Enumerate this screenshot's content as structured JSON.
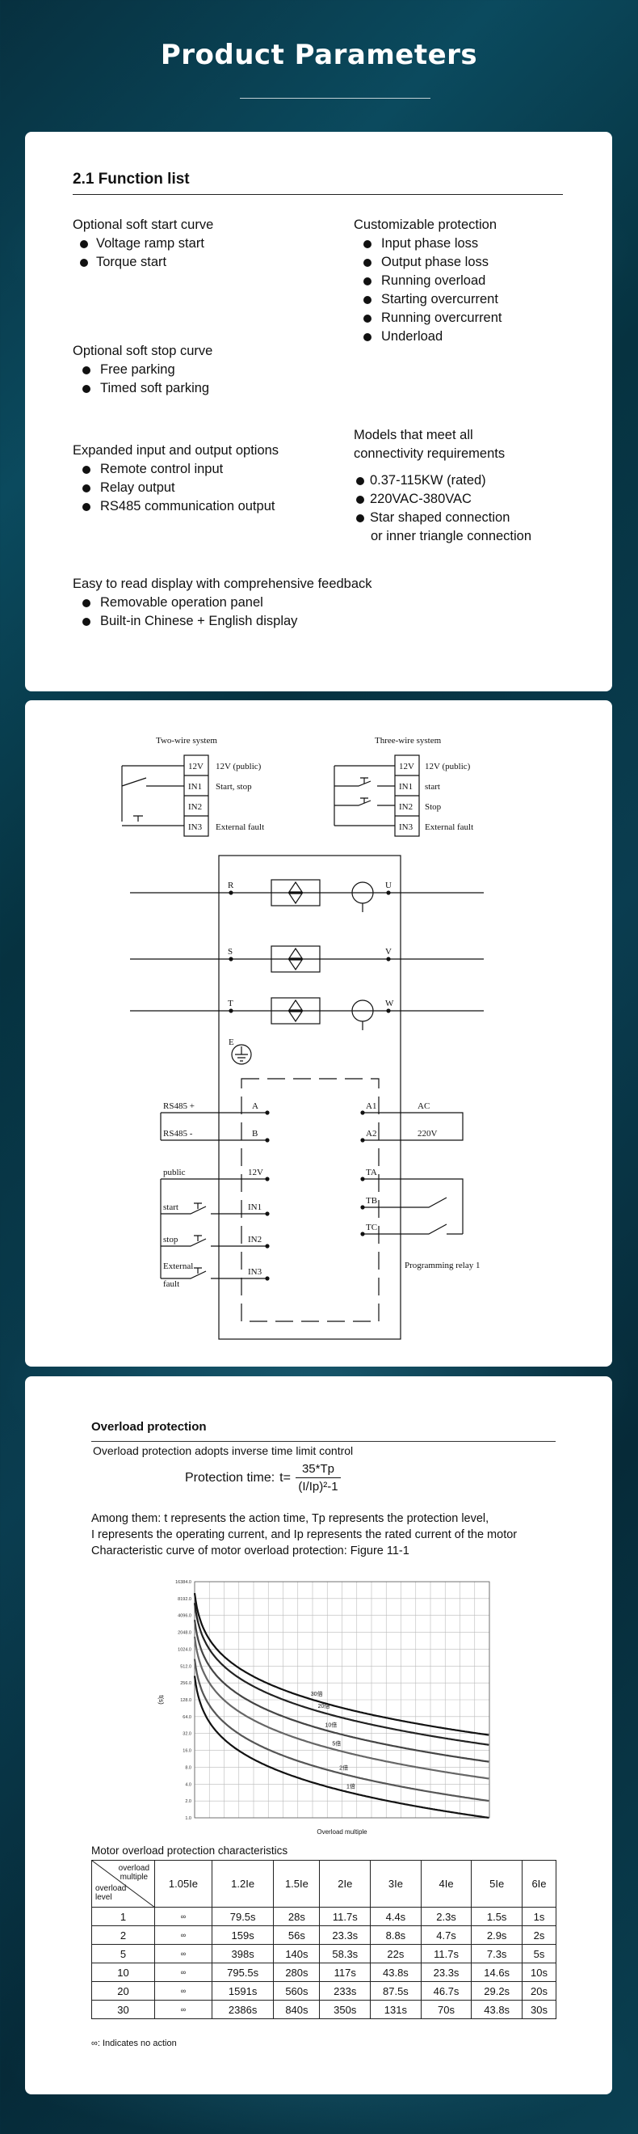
{
  "header": {
    "title": "Product Parameters"
  },
  "functions": {
    "title": "2.1 Function list",
    "soft_start": {
      "heading": "Optional soft start curve",
      "items": [
        "Voltage ramp start",
        "Torque start"
      ]
    },
    "protection": {
      "heading": "Customizable protection",
      "items": [
        "Input phase loss",
        "Output phase loss",
        "Running overload",
        "Starting overcurrent",
        "Running overcurrent",
        "Underload"
      ]
    },
    "soft_stop": {
      "heading": "Optional soft stop curve",
      "items": [
        "Free parking",
        "Timed soft parking"
      ]
    },
    "io": {
      "heading": "Expanded input and output options",
      "items": [
        "Remote control input",
        "Relay output",
        "RS485 communication output"
      ]
    },
    "models": {
      "heading_line1": "Models that meet all",
      "heading_line2": "connectivity requirements",
      "items": [
        "0.37-115KW (rated)",
        "220VAC-380VAC",
        "Star shaped connection"
      ],
      "continuation": "or inner triangle connection"
    },
    "display": {
      "heading": "Easy to read display with comprehensive feedback",
      "items": [
        "Removable operation panel",
        "Built-in Chinese + English display"
      ]
    }
  },
  "wiring": {
    "two_wire": {
      "title": "Two-wire system",
      "terminals": [
        "12V",
        "IN1",
        "IN2",
        "IN3"
      ],
      "labels": [
        "12V (public)",
        "Start, stop",
        "External fault"
      ]
    },
    "three_wire": {
      "title": "Three-wire system",
      "terminals": [
        "12V",
        "IN1",
        "IN2",
        "IN3"
      ],
      "labels": [
        "12V (public)",
        "start",
        "Stop",
        "External fault"
      ]
    },
    "phases_in": [
      "R",
      "S",
      "T"
    ],
    "phases_out": [
      "U",
      "V",
      "W"
    ],
    "ground": "E",
    "comm": {
      "plus": "RS485 +",
      "minus": "RS485 -",
      "a": "A",
      "b": "B"
    },
    "power": {
      "a1": "A1",
      "a2": "A2",
      "ac": "AC",
      "v": "220V"
    },
    "inputs": {
      "public": "public",
      "start": "start",
      "stop": "stop",
      "fault1": "External",
      "fault2": "fault",
      "t12": "12V",
      "in1": "IN1",
      "in2": "IN2",
      "in3": "IN3"
    },
    "relay": {
      "ta": "TA",
      "tb": "TB",
      "tc": "TC",
      "label": "Programming relay 1"
    }
  },
  "overload": {
    "title": "Overload protection",
    "intro": "Overload protection adopts inverse time limit control",
    "formula_label": "Protection time:",
    "formula_t": "t=",
    "formula_num": "35*Tp",
    "formula_den": "(I/Ip)²-1",
    "explain": [
      "Among them: t represents the action time, Tp represents the protection level,",
      "I represents the operating current, and Ip represents the rated current of the motor",
      "Characteristic curve of motor overload protection: Figure 11-1"
    ],
    "table_title": "Motor overload protection characteristics",
    "table": {
      "corner_top": [
        "overload",
        "multiple"
      ],
      "corner_bottom": [
        "overload",
        "level"
      ],
      "columns": [
        "1.05Ie",
        "1.2Ie",
        "1.5Ie",
        "2Ie",
        "3Ie",
        "4Ie",
        "5Ie",
        "6Ie"
      ],
      "rows": [
        [
          "1",
          "∞",
          "79.5s",
          "28s",
          "11.7s",
          "4.4s",
          "2.3s",
          "1.5s",
          "1s"
        ],
        [
          "2",
          "∞",
          "159s",
          "56s",
          "23.3s",
          "8.8s",
          "4.7s",
          "2.9s",
          "2s"
        ],
        [
          "5",
          "∞",
          "398s",
          "140s",
          "58.3s",
          "22s",
          "11.7s",
          "7.3s",
          "5s"
        ],
        [
          "10",
          "∞",
          "795.5s",
          "280s",
          "117s",
          "43.8s",
          "23.3s",
          "14.6s",
          "10s"
        ],
        [
          "20",
          "∞",
          "1591s",
          "560s",
          "233s",
          "87.5s",
          "46.7s",
          "29.2s",
          "20s"
        ],
        [
          "30",
          "∞",
          "2386s",
          "840s",
          "350s",
          "131s",
          "70s",
          "43.8s",
          "30s"
        ]
      ]
    },
    "note": "∞: Indicates no action"
  },
  "chart_data": {
    "type": "line",
    "title": "",
    "xlabel": "Overload multiple",
    "ylabel": "t(s)",
    "y_scale": "log",
    "grid": true,
    "y_ticks": [
      "1.0",
      "2.0",
      "4.0",
      "8.0",
      "16.0",
      "32.0",
      "64.0",
      "128.0",
      "256.0",
      "512.0",
      "1024.0",
      "2048.0",
      "4096.0",
      "8192.0",
      "16384.0"
    ],
    "x_range": [
      1.05,
      6
    ],
    "series": [
      {
        "name": "30倍",
        "level": 30
      },
      {
        "name": "20倍",
        "level": 20
      },
      {
        "name": "10倍",
        "level": 10
      },
      {
        "name": "5倍",
        "level": 5
      },
      {
        "name": "2倍",
        "level": 2
      },
      {
        "name": "1倍",
        "level": 1
      }
    ]
  }
}
